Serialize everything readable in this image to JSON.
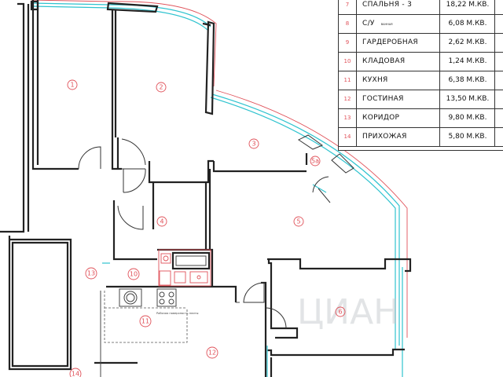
{
  "legend": {
    "rows": [
      {
        "num": "7",
        "name": "СПАЛЬНЯ - 3",
        "sub": "",
        "area": "18,22 М.КВ."
      },
      {
        "num": "8",
        "name": "С/У",
        "sub": "ВАННАЯ",
        "area": "6,08 М.КВ."
      },
      {
        "num": "9",
        "name": "ГАРДЕРОБНАЯ",
        "sub": "",
        "area": "2,62 М.КВ."
      },
      {
        "num": "10",
        "name": "КЛАДОВАЯ",
        "sub": "",
        "area": "1,24 М.КВ."
      },
      {
        "num": "11",
        "name": "КУХНЯ",
        "sub": "",
        "area": "6,38 М.КВ."
      },
      {
        "num": "12",
        "name": "ГОСТИНАЯ",
        "sub": "",
        "area": "13,50 М.КВ."
      },
      {
        "num": "13",
        "name": "КОРИДОР",
        "sub": "",
        "area": "9,80 М.КВ."
      },
      {
        "num": "14",
        "name": "ПРИХОЖАЯ",
        "sub": "",
        "area": "5,80 М.КВ."
      }
    ]
  },
  "room_labels": {
    "r1": "1",
    "r2": "2",
    "r3": "3",
    "r4": "4",
    "r5": "5",
    "r5a": "5a",
    "r6": "6",
    "r10": "10",
    "r11": "11",
    "r12": "12",
    "r13": "13",
    "r14": "14"
  },
  "kitchen_note": "Рабочая поверхность плиты",
  "watermark": "ЦИАН"
}
